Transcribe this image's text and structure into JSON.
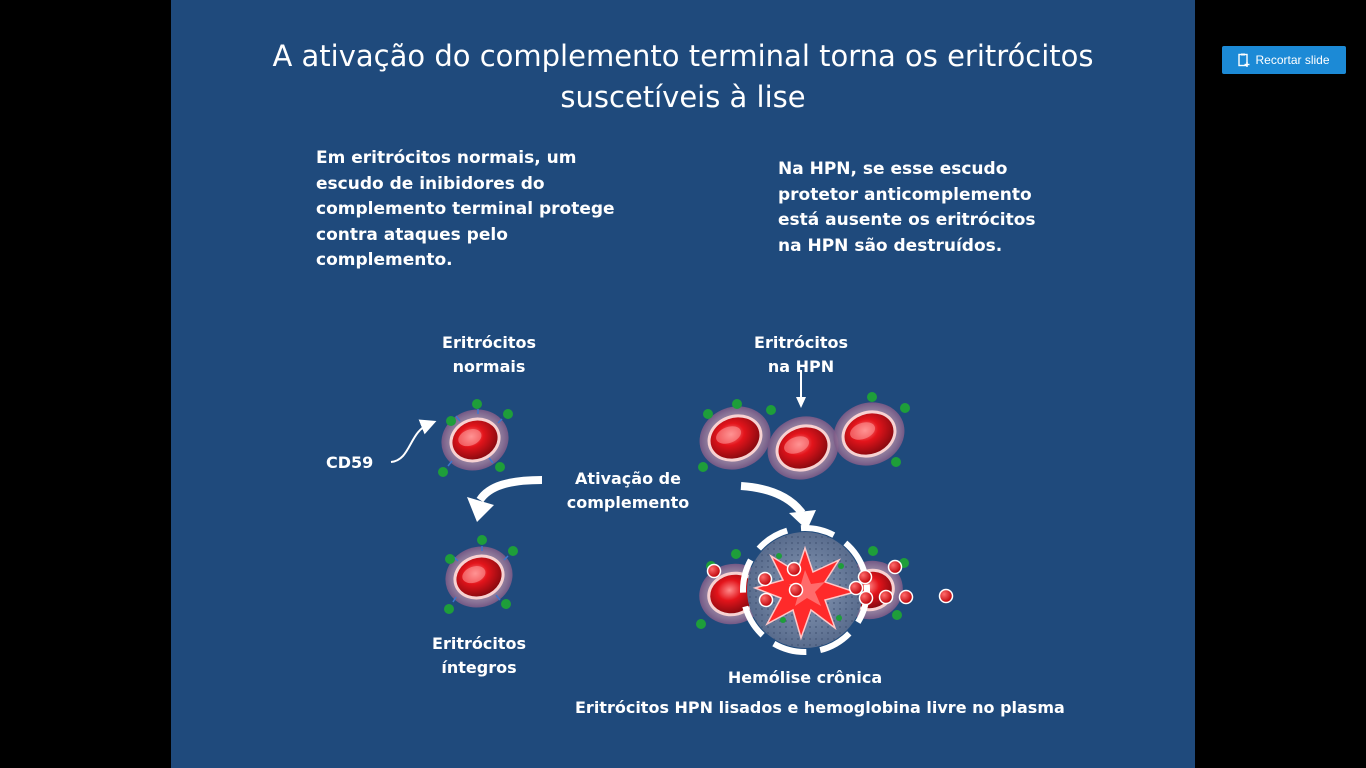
{
  "slide": {
    "title_line1": "A ativação do complemento terminal torna os eritrócitos",
    "title_line2": "suscetíveis à lise",
    "left_text": "Em eritrócitos normais, um escudo de inibidores do complemento terminal protege contra ataques pelo complemento.",
    "right_text": "Na HPN, se esse escudo protetor anticomplemento está ausente  os eritrócitos na HPN são destruídos.",
    "normal_label_line1": "Eritrócitos",
    "normal_label_line2": "normais",
    "hpn_label_line1": "Eritrócitos",
    "hpn_label_line2": "na HPN",
    "cd59_label": "CD59",
    "activation_label_line1": "Ativação de",
    "activation_label_line2": "complemento",
    "intact_label_line1": "Eritrócitos",
    "intact_label_line2": "íntegros",
    "hemolysis_label": "Hemólise crônica",
    "lysed_label": "Eritrócitos HPN lisados e hemoglobina livre no plasma"
  },
  "toolbar": {
    "crop_slide_label": "Recortar slide",
    "crop_icon": "clip-slide-icon"
  },
  "colors": {
    "slide_background": "#1f4a7c",
    "page_background": "#000000",
    "button": "#1c8ad6",
    "cell_red": "#d9121b",
    "inhibitor_green": "#1e9e3a"
  }
}
